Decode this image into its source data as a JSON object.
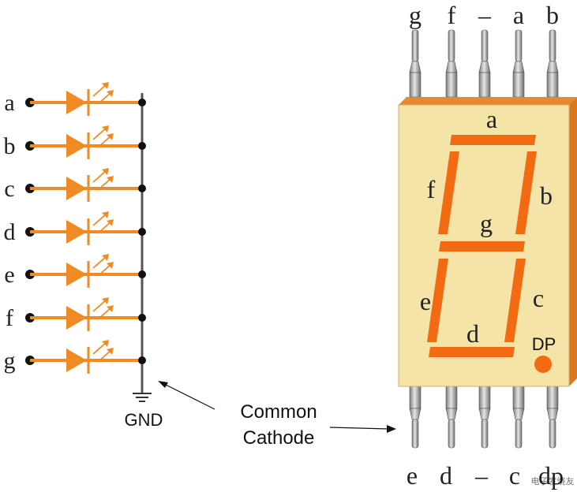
{
  "schematic": {
    "pins": [
      "a",
      "b",
      "c",
      "d",
      "e",
      "f",
      "g"
    ],
    "gnd_label": "GND"
  },
  "callout": {
    "line1": "Common",
    "line2": "Cathode"
  },
  "display": {
    "top_pins": [
      "g",
      "f",
      "–",
      "a",
      "b"
    ],
    "bottom_pins": [
      "e",
      "d",
      "–",
      "c",
      "dp"
    ],
    "segments": {
      "a": "a",
      "b": "b",
      "c": "c",
      "d": "d",
      "e": "e",
      "f": "f",
      "g": "g",
      "dp": "DP"
    }
  },
  "watermark": "电子发烧友",
  "colors": {
    "led_orange": "#f08a24",
    "segment_orange": "#f26a12",
    "body": "#f5e4a8",
    "body_top": "#e8892e",
    "wire": "#555555"
  }
}
